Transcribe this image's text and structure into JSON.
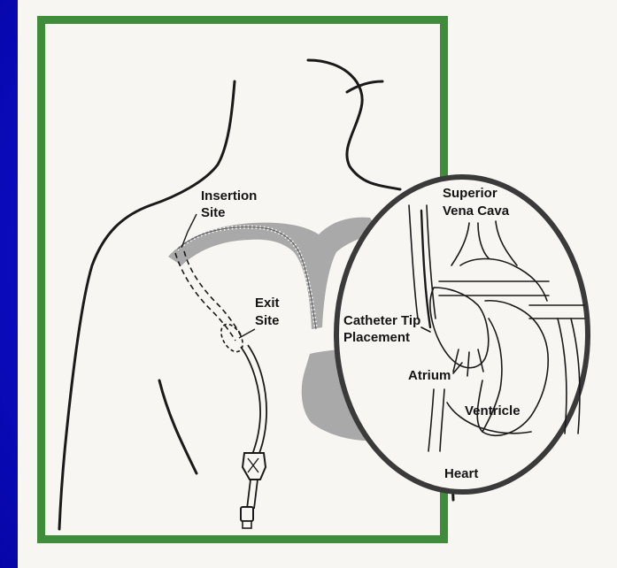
{
  "labels": {
    "insertion_site_line1": "Insertion",
    "insertion_site_line2": "Site",
    "exit_site_line1": "Exit",
    "exit_site_line2": "Site",
    "svc_line1": "Superior",
    "svc_line2": "Vena Cava",
    "tip_line1": "Catheter Tip",
    "tip_line2": "Placement",
    "atrium": "Atrium",
    "ventricle": "Ventricle",
    "heart": "Heart"
  },
  "colors": {
    "slide_background": "#1010c8",
    "frame_border": "#3f8d3a",
    "panel_background": "#f7f6f2",
    "vessel_shading": "#a9a9a9",
    "line_art": "#1a1a1a"
  }
}
